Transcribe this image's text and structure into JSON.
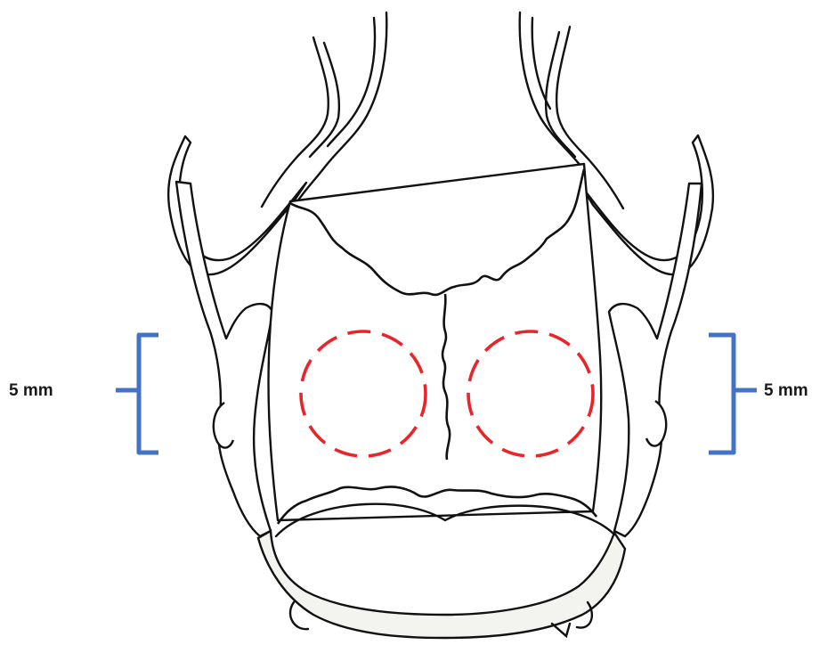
{
  "labels": {
    "left": "5 mm",
    "right": "5 mm"
  },
  "colors": {
    "outline": "#111111",
    "burr_hole": "#e8262a",
    "bracket": "#4472c4",
    "bone_fill": "#ffffff",
    "occipital_fill": "#f3f3f0"
  },
  "icons": {
    "left_bracket": "right-facing-curly-brace",
    "right_bracket": "left-facing-curly-brace",
    "burr_holes": "dashed-circle"
  }
}
